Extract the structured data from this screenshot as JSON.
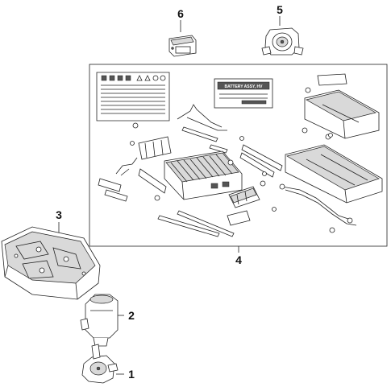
{
  "callouts": {
    "c1": "1",
    "c2": "2",
    "c3": "3",
    "c4": "4",
    "c5": "5",
    "c6": "6"
  },
  "labels": {
    "battery_label_text": "BATTERY ASSY, HV"
  },
  "colors": {
    "line": "#222222",
    "background": "#ffffff",
    "shade": "#d9d9d9"
  }
}
